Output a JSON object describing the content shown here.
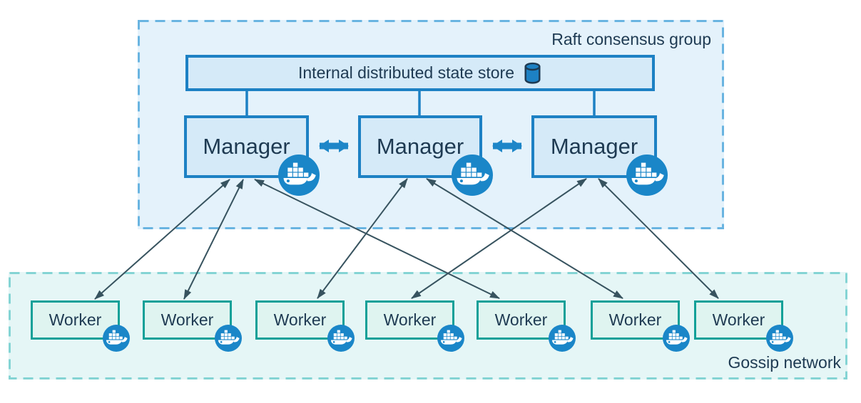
{
  "raft_group": {
    "label": "Raft consensus group",
    "state_store": {
      "label": "Internal distributed state store",
      "icon": "database-cylinder"
    },
    "managers": [
      {
        "id": "manager-1",
        "label": "Manager",
        "icon": "docker-whale"
      },
      {
        "id": "manager-2",
        "label": "Manager",
        "icon": "docker-whale"
      },
      {
        "id": "manager-3",
        "label": "Manager",
        "icon": "docker-whale"
      }
    ]
  },
  "gossip_network": {
    "label": "Gossip network",
    "workers": [
      {
        "id": "worker-1",
        "label": "Worker",
        "icon": "docker-whale"
      },
      {
        "id": "worker-2",
        "label": "Worker",
        "icon": "docker-whale"
      },
      {
        "id": "worker-3",
        "label": "Worker",
        "icon": "docker-whale"
      },
      {
        "id": "worker-4",
        "label": "Worker",
        "icon": "docker-whale"
      },
      {
        "id": "worker-5",
        "label": "Worker",
        "icon": "docker-whale"
      },
      {
        "id": "worker-6",
        "label": "Worker",
        "icon": "docker-whale"
      },
      {
        "id": "worker-7",
        "label": "Worker",
        "icon": "docker-whale"
      }
    ]
  },
  "connections": {
    "store_to_managers": [
      "manager-1",
      "manager-2",
      "manager-3"
    ],
    "manager_peer_links": [
      [
        "manager-1",
        "manager-2"
      ],
      [
        "manager-2",
        "manager-3"
      ]
    ],
    "manager_worker_links": [
      [
        "manager-1",
        "worker-1"
      ],
      [
        "manager-1",
        "worker-2"
      ],
      [
        "manager-1",
        "worker-5"
      ],
      [
        "manager-2",
        "worker-3"
      ],
      [
        "manager-2",
        "worker-6"
      ],
      [
        "manager-3",
        "worker-4"
      ],
      [
        "manager-3",
        "worker-7"
      ]
    ]
  },
  "colors": {
    "manager_fill": "#d5eaf8",
    "manager_border": "#1d81c4",
    "raft_fill": "#e4f2fb",
    "raft_border": "#69b4e1",
    "worker_fill": "#dff4f0",
    "worker_border": "#12a098",
    "gossip_fill": "#e5f6f6",
    "gossip_border": "#84d4d4",
    "docker_blue": "#1a86c8",
    "text": "#1e3a52",
    "thin_arrow": "#37535f",
    "thick_arrow": "#1d86c8"
  }
}
